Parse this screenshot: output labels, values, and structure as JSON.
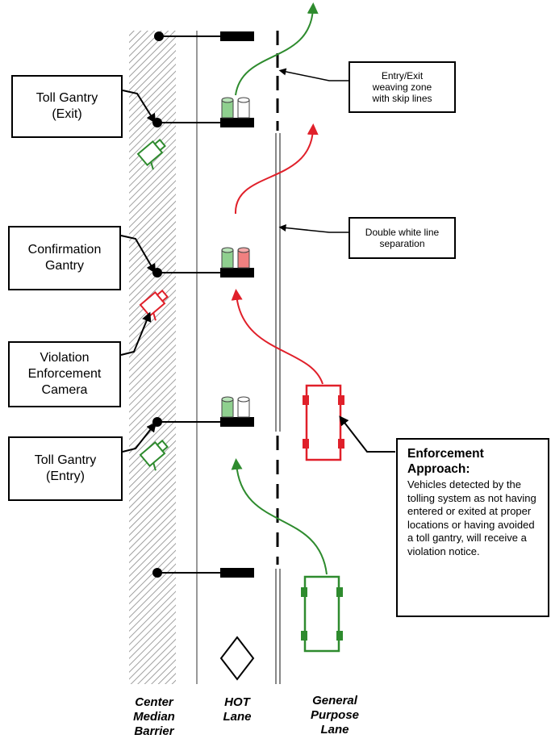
{
  "labels": {
    "toll_gantry_exit": "Toll Gantry\n(Exit)",
    "confirmation_gantry": "Confirmation\nGantry",
    "violation_camera": "Violation\nEnforcement\nCamera",
    "toll_gantry_entry": "Toll Gantry\n(Entry)",
    "weaving_zone": "Entry/Exit\nweaving zone\nwith skip lines",
    "double_white_line": "Double white line\nseparation"
  },
  "enforcement": {
    "title": "Enforcement\nApproach:",
    "body": "Vehicles detected by the tolling system as not having entered or exited at proper locations or having avoided a toll gantry, will receive a violation notice."
  },
  "axis": {
    "median": "Center\nMedian\nBarrier",
    "hot": "HOT\nLane",
    "general": "General\nPurpose\nLane"
  },
  "colors": {
    "green": "#2e8b2e",
    "red": "#e0202a",
    "light_green": "#8fd08f",
    "light_red": "#f08080",
    "black": "#000000"
  },
  "icons": [
    "gantry-pole-icon",
    "camera-icon",
    "signal-light-icon",
    "car-icon",
    "diamond-marker-icon"
  ]
}
